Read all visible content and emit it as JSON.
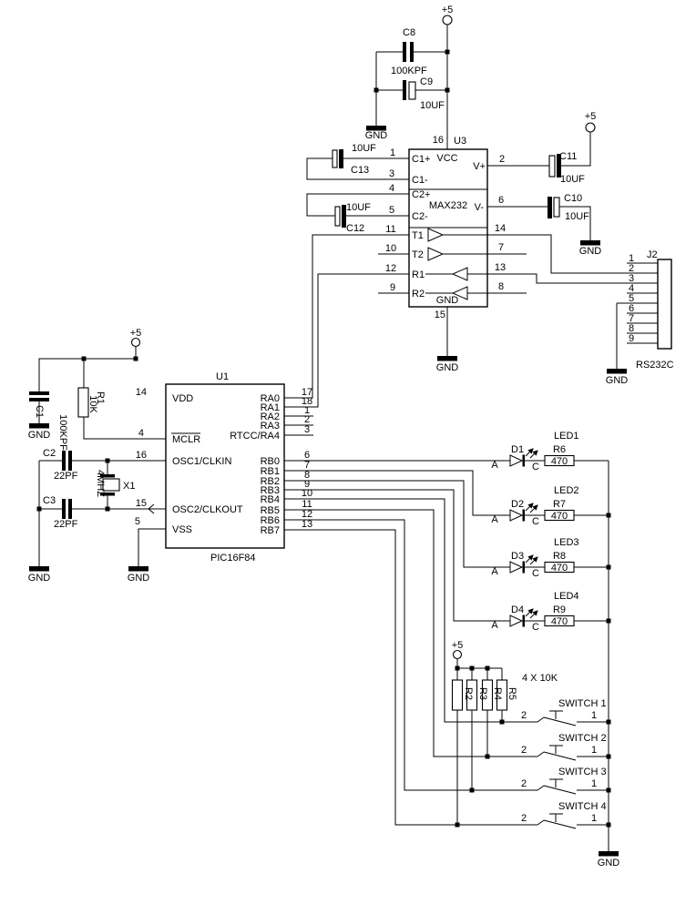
{
  "power": {
    "plus5": "+5",
    "gnd": "GND"
  },
  "top_filter": {
    "c8_ref": "C8",
    "c8_val": "100KPF",
    "c9_ref": "C9",
    "c9_val": "10UF"
  },
  "u3": {
    "ref": "U3",
    "part": "MAX232",
    "vcc": "VCC",
    "gnd": "GND",
    "pin16": "16",
    "pin15": "15",
    "p1": "1",
    "p3": "3",
    "p4": "4",
    "p5": "5",
    "p11": "11",
    "p10": "10",
    "p12": "12",
    "p9": "9",
    "n_c1p": "C1+",
    "n_c1m": "C1-",
    "n_c2p": "C2+",
    "n_c2m": "C2-",
    "n_t1": "T1",
    "n_t2": "T2",
    "n_r1": "R1",
    "n_r2": "R2",
    "p2": "2",
    "p6": "6",
    "p14": "14",
    "p7": "7",
    "p13": "13",
    "p8": "8",
    "n_vp": "V+",
    "n_vm": "V-"
  },
  "caps": {
    "c13_ref": "C13",
    "c13_val": "10UF",
    "c12_ref": "C12",
    "c12_val": "10UF",
    "c11_ref": "C11",
    "c11_val": "10UF",
    "c10_ref": "C10",
    "c10_val": "10UF"
  },
  "j2": {
    "ref": "J2",
    "type": "RS232C",
    "pins": [
      "1",
      "2",
      "3",
      "4",
      "5",
      "6",
      "7",
      "8",
      "9"
    ]
  },
  "u1": {
    "ref": "U1",
    "part": "PIC16F84",
    "left": [
      {
        "num": "14",
        "name": "VDD"
      },
      {
        "num": "4",
        "name": "MCLR"
      },
      {
        "num": "16",
        "name": "OSC1/CLKIN"
      },
      {
        "num": "15",
        "name": "OSC2/CLKOUT"
      },
      {
        "num": "5",
        "name": "VSS"
      }
    ],
    "right": [
      {
        "num": "17",
        "name": "RA0"
      },
      {
        "num": "18",
        "name": "RA1"
      },
      {
        "num": "1",
        "name": "RA2"
      },
      {
        "num": "2",
        "name": "RA3"
      },
      {
        "num": "3",
        "name": "RTCC/RA4"
      },
      {
        "num": "6",
        "name": "RB0"
      },
      {
        "num": "7",
        "name": "RB1"
      },
      {
        "num": "8",
        "name": "RB2"
      },
      {
        "num": "9",
        "name": "RB3"
      },
      {
        "num": "10",
        "name": "RB4"
      },
      {
        "num": "11",
        "name": "RB5"
      },
      {
        "num": "12",
        "name": "RB6"
      },
      {
        "num": "13",
        "name": "RB7"
      }
    ]
  },
  "osc": {
    "c1_ref": "C1",
    "c1_val": "100KPF",
    "r1_ref": "R1",
    "r1_val": "10K",
    "c2_ref": "C2",
    "c2_val": "22PF",
    "c3_ref": "C3",
    "c3_val": "22PF",
    "x1_ref": "X1",
    "x1_val": "4MHZ"
  },
  "leds": [
    {
      "title": "LED1",
      "d": "D1",
      "r": "R6",
      "rv": "470",
      "a": "A",
      "c": "C"
    },
    {
      "title": "LED2",
      "d": "D2",
      "r": "R7",
      "rv": "470",
      "a": "A",
      "c": "C"
    },
    {
      "title": "LED3",
      "d": "D3",
      "r": "R8",
      "rv": "470",
      "a": "A",
      "c": "C"
    },
    {
      "title": "LED4",
      "d": "D4",
      "r": "R9",
      "rv": "470",
      "a": "A",
      "c": "C"
    }
  ],
  "pullups": {
    "label": "4 X 10K",
    "r": [
      "R2",
      "R3",
      "R4",
      "R5"
    ]
  },
  "switches": [
    {
      "title": "SWITCH 1",
      "l": "2",
      "r": "1"
    },
    {
      "title": "SWITCH 2",
      "l": "2",
      "r": "1"
    },
    {
      "title": "SWITCH 3",
      "l": "2",
      "r": "1"
    },
    {
      "title": "SWITCH 4",
      "l": "2",
      "r": "1"
    }
  ]
}
